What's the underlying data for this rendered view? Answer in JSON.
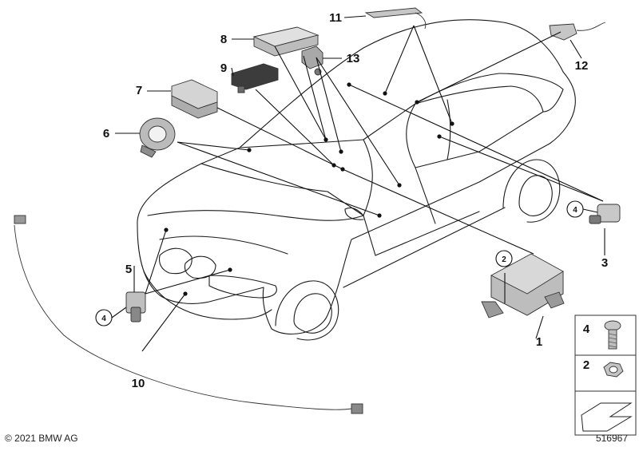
{
  "diagram": {
    "callouts": [
      {
        "id": "c1",
        "label": "1"
      },
      {
        "id": "c2",
        "label": "2"
      },
      {
        "id": "c3",
        "label": "3"
      },
      {
        "id": "c4",
        "label": "4"
      },
      {
        "id": "c5",
        "label": "5"
      },
      {
        "id": "c6",
        "label": "6"
      },
      {
        "id": "c7",
        "label": "7"
      },
      {
        "id": "c8",
        "label": "8"
      },
      {
        "id": "c9",
        "label": "9"
      },
      {
        "id": "c10",
        "label": "10"
      },
      {
        "id": "c11",
        "label": "11"
      },
      {
        "id": "c12",
        "label": "12"
      },
      {
        "id": "c13",
        "label": "13"
      }
    ],
    "circled_refs": [
      {
        "id": "r2",
        "label": "2"
      },
      {
        "id": "r4a",
        "label": "4"
      },
      {
        "id": "r4b",
        "label": "4"
      }
    ],
    "legend": [
      {
        "label": "4"
      },
      {
        "label": "2"
      }
    ]
  },
  "footer": {
    "copyright": "© 2021 BMW AG",
    "diagram_number": "516967"
  }
}
